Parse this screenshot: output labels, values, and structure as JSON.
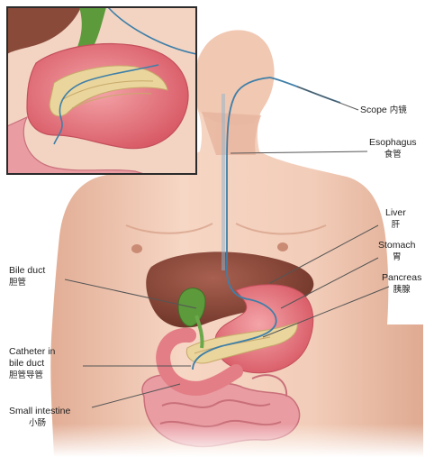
{
  "labels": {
    "scope": {
      "en": "Scope",
      "zh": "内镜"
    },
    "esophagus": {
      "en": "Esophagus",
      "zh": "食管"
    },
    "liver": {
      "en": "Liver",
      "zh": "肝"
    },
    "stomach": {
      "en": "Stomach",
      "zh": "胃"
    },
    "pancreas": {
      "en": "Pancreas",
      "zh": "胰腺"
    },
    "bile_duct": {
      "en": "Bile duct",
      "zh": "胆管"
    },
    "catheter": {
      "en_line1": "Catheter in",
      "en_line2": "bile duct",
      "zh": "胆管导管"
    },
    "small_intestine": {
      "en": "Small intestine",
      "zh": "小肠"
    }
  },
  "colors": {
    "skin": "#f1cbb6",
    "skin_shadow": "#dba58d",
    "liver": "#8a4a3a",
    "stomach": "#e0707a",
    "pancreas": "#e8d39a",
    "gallbladder": "#5c9a3c",
    "scope": "#3f7fa8",
    "intestine": "#e79aa0",
    "leader_line": "#555555",
    "inset_border": "#2b2b2b"
  }
}
